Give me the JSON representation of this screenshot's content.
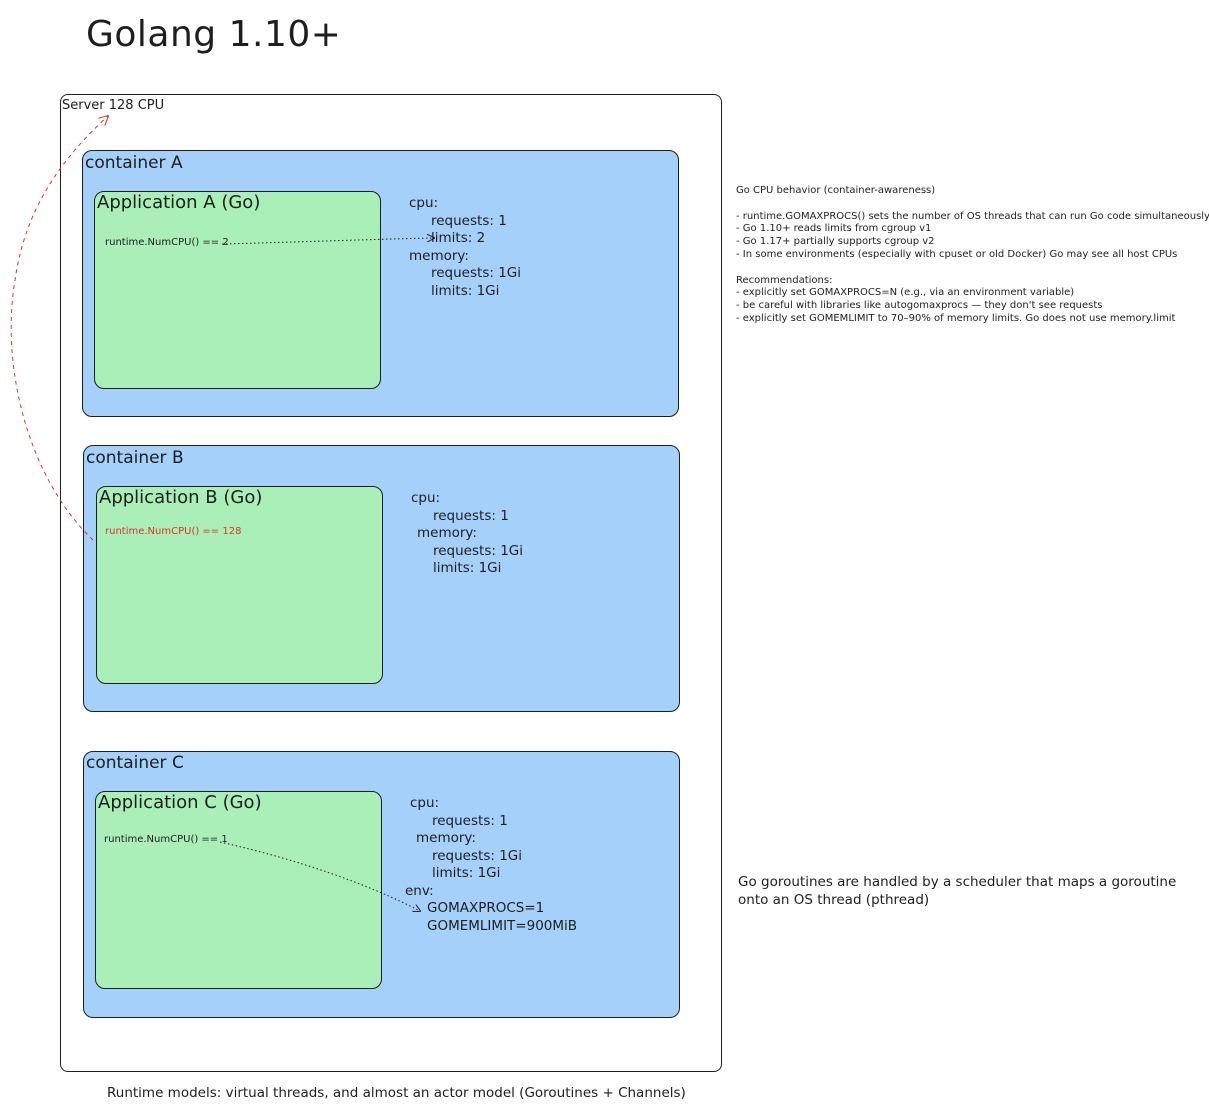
{
  "title": "Golang 1.10+",
  "server": {
    "label": "Server 128 CPU"
  },
  "containers": [
    {
      "label": "container A",
      "app_label": "Application A (Go)",
      "numcpu": "runtime.NumCPU() == 2",
      "spec": {
        "cpu": "cpu:",
        "cpu_requests": "requests: 1",
        "cpu_limits": "limits: 2",
        "memory": "memory:",
        "mem_requests": "requests: 1Gi",
        "mem_limits": "limits: 1Gi"
      }
    },
    {
      "label": "container B",
      "app_label": "Application B (Go)",
      "numcpu": "runtime.NumCPU() == 128",
      "spec": {
        "cpu": "cpu:",
        "cpu_requests": "requests: 1",
        "memory": "memory:",
        "mem_requests": "requests: 1Gi",
        "mem_limits": "limits: 1Gi"
      }
    },
    {
      "label": "container C",
      "app_label": "Application C (Go)",
      "numcpu": "runtime.NumCPU() == 1",
      "spec": {
        "cpu": "cpu:",
        "cpu_requests": "requests: 1",
        "memory": "memory:",
        "mem_requests": "requests: 1Gi",
        "mem_limits": "limits: 1Gi",
        "env": "env:",
        "env_gomaxprocs": "GOMAXPROCS=1",
        "env_gomemlimit": "GOMEMLIMIT=900MiB"
      }
    }
  ],
  "notes": {
    "heading": "Go CPU behavior (container-awareness)",
    "items": [
      "- runtime.GOMAXPROCS() sets the number of OS threads that can run Go code simultaneously",
      "- Go 1.10+ reads limits from cgroup v1",
      "- Go 1.17+ partially supports cgroup v2",
      "- In some environments (especially with cpuset or old Docker) Go may see all host CPUs"
    ],
    "rec_heading": "Recommendations:",
    "recommendations": [
      "- explicitly set GOMAXPROCS=N (e.g., via an environment variable)",
      "- be careful with libraries like autogomaxprocs — they don't see requests",
      "- explicitly set GOMEMLIMIT to 70–90% of memory limits. Go does not use memory.limit"
    ]
  },
  "goroutine_note": {
    "line1": "Go goroutines are handled by a scheduler that maps a goroutine",
    "line2": "onto an OS thread (pthread)"
  },
  "footer": "Runtime models: virtual threads, and almost an actor model (Goroutines + Channels)",
  "colors": {
    "container_fill": "#a5d0fa",
    "app_fill": "#aaefb7",
    "stroke": "#1e1e1e",
    "highlight_red": "#e03131"
  }
}
